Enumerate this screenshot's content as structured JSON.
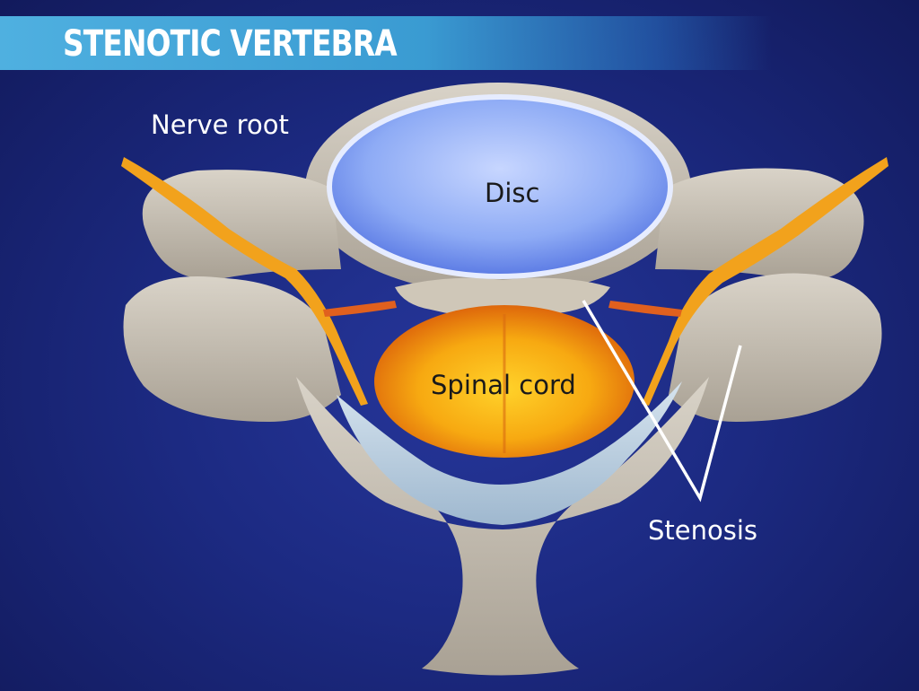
{
  "title": "STENOTIC VERTEBRA",
  "labels": {
    "nerve_root": "Nerve root",
    "disc": "Disc",
    "spinal_cord": "Spinal cord",
    "stenosis": "Stenosis"
  },
  "colors": {
    "background": "#1d2a7a",
    "title_bar": "#3a9bd2",
    "bone": "#c9c2b6",
    "disc": "#7f9ef0",
    "spinal_cord": "#f5a50a",
    "nerve": "#f0a020",
    "ligament": "#a9c4dc"
  }
}
